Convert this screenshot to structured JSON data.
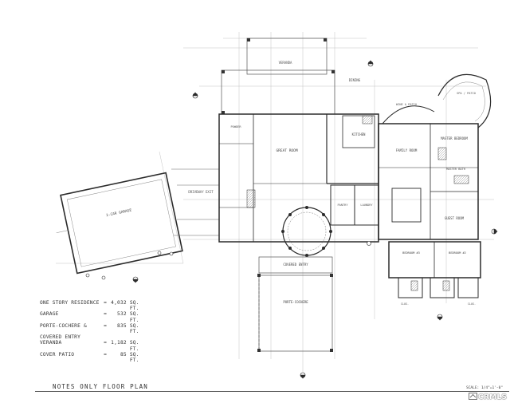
{
  "area_schedule": {
    "rows": [
      {
        "label": "ONE STORY RESIDENCE",
        "eq": "=",
        "value": "4,032",
        "unit": "SQ. FT."
      },
      {
        "label": "GARAGE",
        "eq": "=",
        "value": "532",
        "unit": "SQ. FT."
      },
      {
        "label": "PORTE-COCHERE &",
        "eq": "=",
        "value": "835",
        "unit": "SQ. FT."
      },
      {
        "label": "COVERED ENTRY",
        "eq": "",
        "value": "",
        "unit": ""
      },
      {
        "label": "VERANDA",
        "eq": "=",
        "value": "1,182",
        "unit": "SQ. FT."
      },
      {
        "label": "COVER PATIO",
        "eq": "=",
        "value": "85",
        "unit": "SQ. FT."
      }
    ]
  },
  "rooms": {
    "garage": "2-CAR GARAGE",
    "driveway": "DRIVEWAY EXIT",
    "great_room": "GREAT ROOM",
    "dining": "DINING",
    "kitchen": "KITCHEN",
    "veranda": "VERANDA",
    "family_room": "FAMILY ROOM",
    "master_bedroom": "MASTER BEDROOM",
    "master_bath": "MASTER BATH",
    "guest_room": "GUEST ROOM",
    "bedroom_3": "BEDROOM #3",
    "bedroom_2": "BEDROOM #2",
    "covered_entry": "COVERED ENTRY",
    "porte_cochere": "PORTE-COCHERE",
    "wine": "WINE & PATIO",
    "powder": "POWDER",
    "laundry": "LAUNDRY",
    "pantry": "PANTRY",
    "closet": "CLOS.",
    "spa": "SPA / PATIO"
  },
  "footer": {
    "notes": "NOTES ONLY FLOOR PLAN",
    "scale": "SCALE: 1/4\"=1'-0\"",
    "watermark": "CRMLS"
  },
  "colors": {
    "line": "#2b2b2b",
    "light_line": "#8a8a8a",
    "paper": "#ffffff"
  }
}
